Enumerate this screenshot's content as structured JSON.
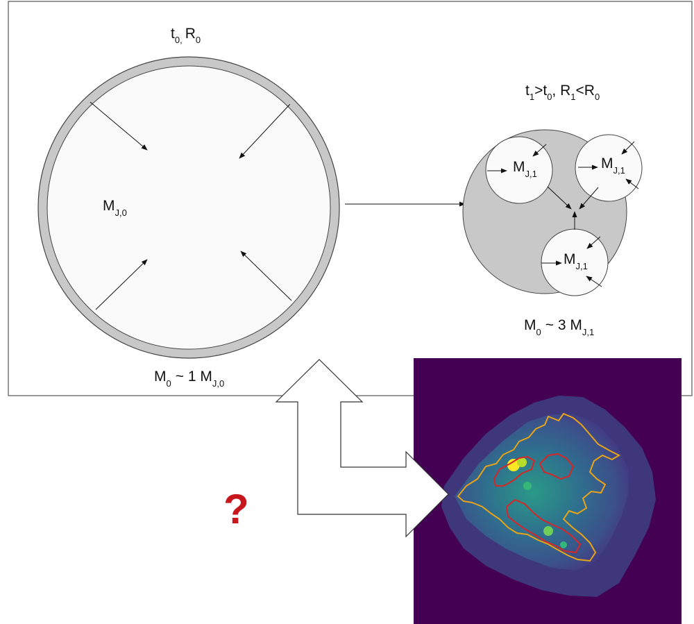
{
  "initial_state": {
    "time_radius": {
      "t": "t",
      "t_sub": "0,",
      "r": "R",
      "r_sub": "0"
    },
    "jeans_mass": {
      "m": "M",
      "m_sub": "J,0"
    },
    "mass_relation": {
      "m": "M",
      "m_sub": "0",
      "rel": "~ 1 M",
      "rel_sub": "J,0"
    }
  },
  "later_state": {
    "time_radius": {
      "t1": "t",
      "t1_sub": "1",
      "gt": ">t",
      "gt_sub": "0",
      "r": ", R",
      "r_sub": "1",
      "lt": "<R",
      "lt_sub": "0"
    },
    "fragment_label": {
      "m": "M",
      "m_sub": "J,1"
    },
    "mass_relation": {
      "m": "M",
      "m_sub": "0",
      "rel": "~ 3 M",
      "rel_sub": "J,1"
    }
  },
  "question_mark": "?",
  "colors": {
    "shell": "#c8c8c8",
    "frame": "#555555",
    "question": "#c8161d",
    "map_background": "#440154",
    "contour_outer": "#e8a317",
    "contour_inner": "#d62728"
  }
}
